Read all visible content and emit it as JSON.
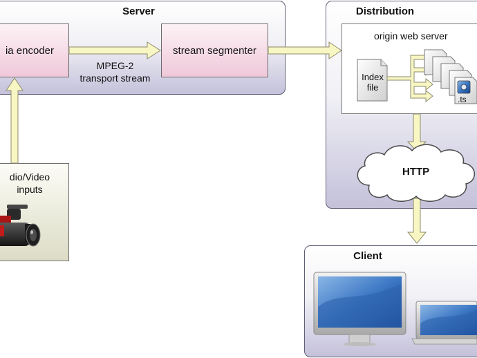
{
  "server": {
    "title": "Server",
    "encoder_label": "ia encoder",
    "segmenter_label": "stream segmenter",
    "transport_label_line1": "MPEG-2",
    "transport_label_line2": "transport stream"
  },
  "inputs": {
    "line1": "dio/Video",
    "line2": "inputs"
  },
  "distribution": {
    "title": "Distribution",
    "origin_label": "origin web server",
    "index_line1": "Index",
    "index_line2": "file",
    "ts_label": ".ts"
  },
  "http": {
    "label": "HTTP"
  },
  "client": {
    "title": "Client"
  },
  "colors": {
    "arrow_fill": "#f8f6c2",
    "arrow_stroke": "#8e8b6c",
    "panel_border": "#5d5f73",
    "box_pink": "#efc8d9"
  }
}
